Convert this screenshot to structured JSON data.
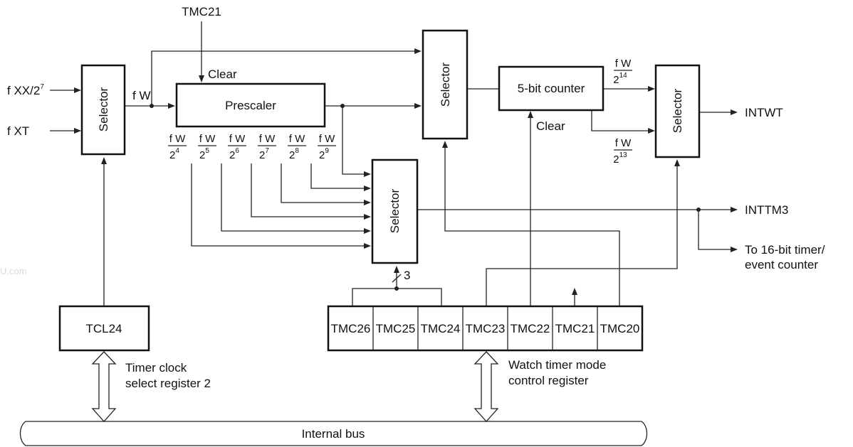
{
  "labels": {
    "tmc21_top": "TMC21",
    "fxx": "f XX/2",
    "fxx_exp": "7",
    "fxt": "f XT",
    "fw": "f W",
    "clear_prescaler": "Clear",
    "clear_counter": "Clear",
    "intwt": "INTWT",
    "inttm3": "INTTM3",
    "to_timer_line1": "To 16-bit timer/",
    "to_timer_line2": "event counter",
    "bus_width": "3",
    "tcl_desc_line1": "Timer clock",
    "tcl_desc_line2": "select register 2",
    "wtm_desc_line1": "Watch timer mode",
    "wtm_desc_line2": "control register",
    "internal_bus": "Internal bus",
    "watermark": "U.com"
  },
  "blocks": {
    "selector_in": "Selector",
    "prescaler": "Prescaler",
    "selector_top": "Selector",
    "selector_mid": "Selector",
    "counter": "5-bit counter",
    "selector_out": "Selector",
    "tcl24": "TCL24"
  },
  "prescaler_taps": [
    {
      "num": "f W",
      "den": "2",
      "exp": "4"
    },
    {
      "num": "f W",
      "den": "2",
      "exp": "5"
    },
    {
      "num": "f W",
      "den": "2",
      "exp": "6"
    },
    {
      "num": "f W",
      "den": "2",
      "exp": "7"
    },
    {
      "num": "f W",
      "den": "2",
      "exp": "8"
    },
    {
      "num": "f W",
      "den": "2",
      "exp": "9"
    }
  ],
  "counter_outputs": [
    {
      "num": "f W",
      "den": "2",
      "exp": "14"
    },
    {
      "num": "f W",
      "den": "2",
      "exp": "13"
    }
  ],
  "register_bits": [
    "TMC26",
    "TMC25",
    "TMC24",
    "TMC23",
    "TMC22",
    "TMC21",
    "TMC20"
  ]
}
